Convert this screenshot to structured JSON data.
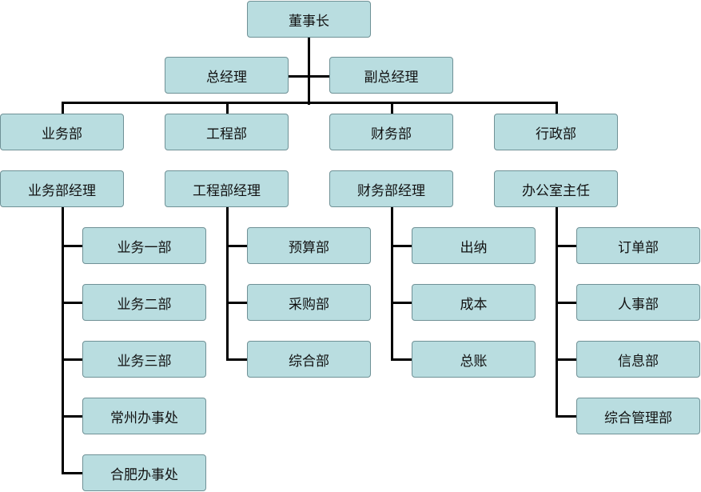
{
  "chairman": "董事长",
  "general_manager": "总经理",
  "deputy_general_manager": "副总经理",
  "departments": [
    {
      "name": "业务部",
      "manager": "业务部经理",
      "units": [
        "业务一部",
        "业务二部",
        "业务三部",
        "常州办事处",
        "合肥办事处"
      ]
    },
    {
      "name": "工程部",
      "manager": "工程部经理",
      "units": [
        "预算部",
        "采购部",
        "综合部"
      ]
    },
    {
      "name": "财务部",
      "manager": "财务部经理",
      "units": [
        "出纳",
        "成本",
        "总账"
      ]
    },
    {
      "name": "行政部",
      "manager": "办公室主任",
      "units": [
        "订单部",
        "人事部",
        "信息部",
        "综合管理部"
      ]
    }
  ],
  "colors": {
    "box_fill": "#b9dde0",
    "box_border": "#6f9196",
    "connector": "#000000"
  }
}
